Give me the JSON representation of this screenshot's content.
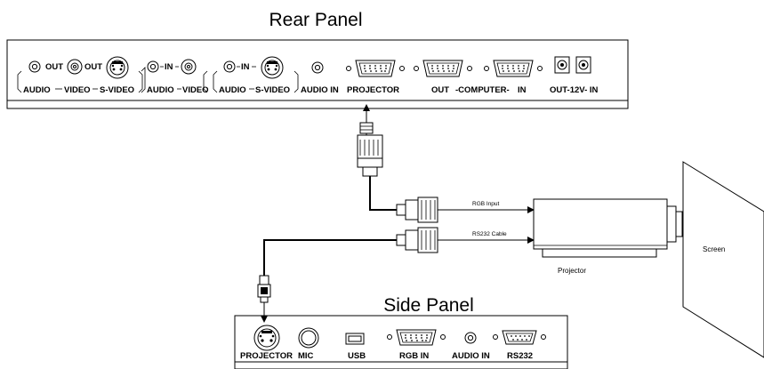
{
  "rear_panel": {
    "title": "Rear Panel",
    "out_1": "OUT",
    "out_2": "OUT",
    "in_1": "IN",
    "in_2": "IN",
    "audio_1": "AUDIO",
    "video_1": "VIDEO",
    "svideo_1": "S-VIDEO",
    "audio_2": "AUDIO",
    "video_2": "VIDEO",
    "audio_3": "AUDIO",
    "svideo_2": "S-VIDEO",
    "audio_in": "AUDIO IN",
    "projector": "PROJECTOR",
    "computer_out": "OUT",
    "computer": "-COMPUTER-",
    "computer_in": "IN",
    "power": "OUT-12V- IN"
  },
  "cables": {
    "rgb": "RGB  Input",
    "rs232": "RS232  Cable"
  },
  "devices": {
    "projector": "Projector",
    "screen": "Screen"
  },
  "side_panel": {
    "title": "Side Panel",
    "projector": "PROJECTOR",
    "mic": "MIC",
    "usb": "USB",
    "rgb_in": "RGB IN",
    "audio_in": "AUDIO IN",
    "rs232": "RS232"
  },
  "icons": [
    "rca-jack-icon",
    "svideo-jack-icon",
    "vga-port-icon",
    "dc-jack-icon",
    "usb-port-icon",
    "mic-jack-icon",
    "vga-plug-icon",
    "svideo-plug-icon",
    "arrow-icon"
  ]
}
